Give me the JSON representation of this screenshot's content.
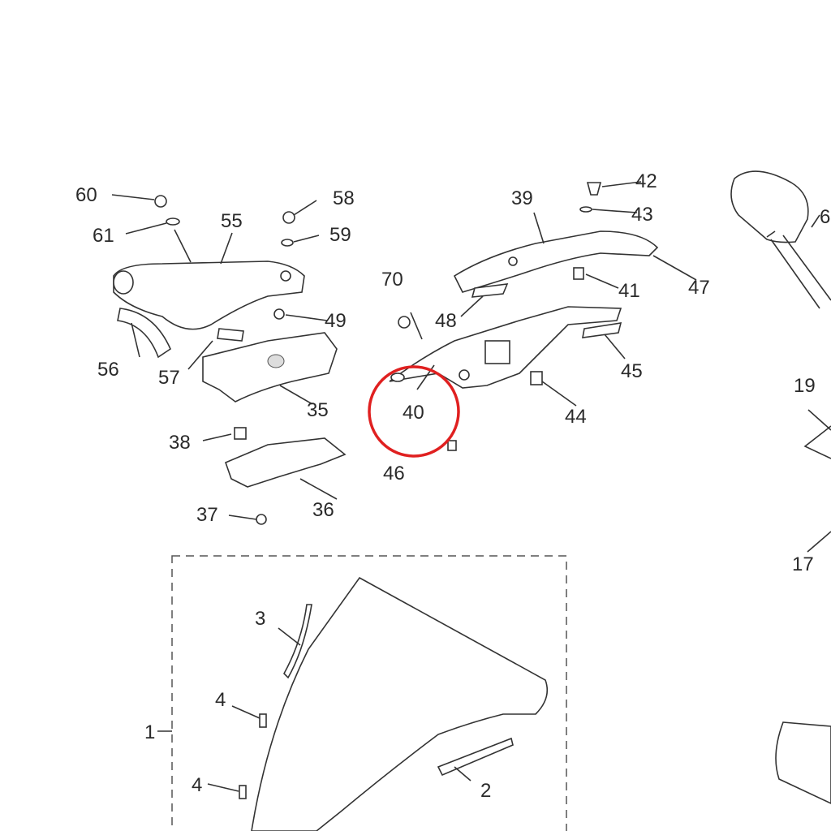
{
  "diagram": {
    "title": "Exploded parts diagram",
    "highlight_color": "#e02020",
    "highlighted_part": "40",
    "callouts": [
      "60",
      "61",
      "55",
      "58",
      "59",
      "49",
      "56",
      "57",
      "35",
      "38",
      "36",
      "37",
      "39",
      "42",
      "43",
      "41",
      "47",
      "70",
      "48",
      "45",
      "40",
      "44",
      "46",
      "6",
      "19",
      "17",
      "1",
      "2",
      "3",
      "4",
      "4"
    ]
  }
}
